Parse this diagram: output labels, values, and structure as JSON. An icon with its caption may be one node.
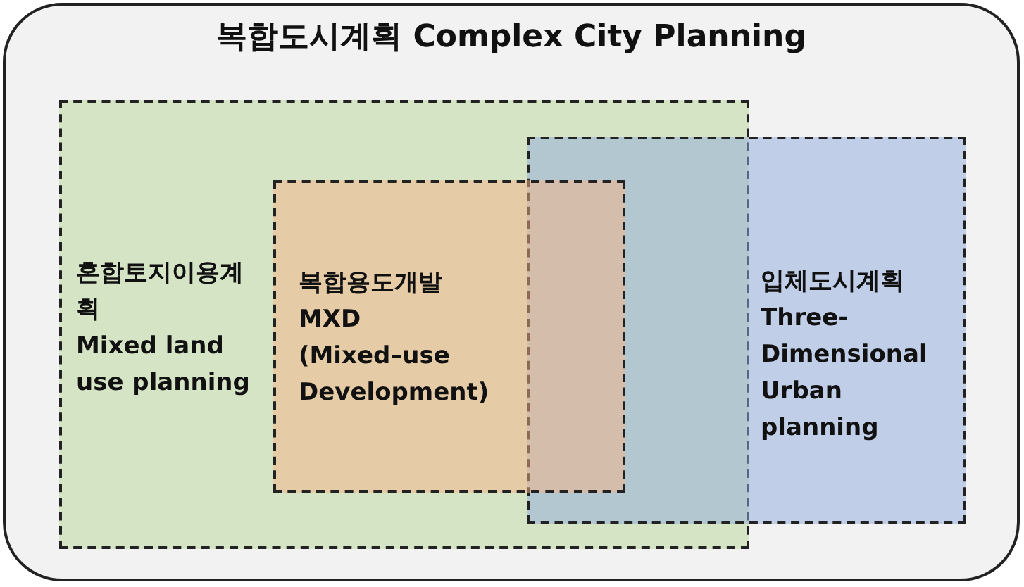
{
  "diagram": {
    "nodes": [
      {
        "text": [
          "복합도시계획 Complex City Planning"
        ]
      },
      {
        "text": [
          "혼합토지이용계획",
          "Mixed land use planning"
        ],
        "in": 0
      },
      {
        "text": [
          "복합용도개발",
          "MXD",
          "(Mixed–use Development)"
        ],
        "in": 1
      },
      {
        "text": [
          "입체도시계획",
          "Three-Dimensional Urban planning"
        ],
        "in": 0
      }
    ],
    "edges": []
  }
}
